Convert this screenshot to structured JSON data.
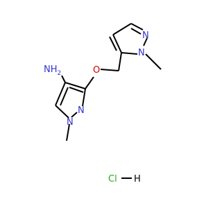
{
  "molecule": {
    "atoms": {
      "nh2": {
        "symbol": "N",
        "suffix": "H",
        "sub": "2"
      },
      "n_pyr1_a": {
        "symbol": "N"
      },
      "n_pyr1_b": {
        "symbol": "N"
      },
      "o_ether": {
        "symbol": "O"
      },
      "n_pyr2_a": {
        "symbol": "N"
      },
      "n_pyr2_b": {
        "symbol": "N"
      },
      "salt_cl": {
        "symbol": "Cl"
      },
      "salt_h": {
        "symbol": "H"
      }
    },
    "colors": {
      "nitrogen": "#3333cc",
      "oxygen": "#cc0000",
      "chlorine": "#22aa22",
      "bond": "#000000"
    }
  }
}
